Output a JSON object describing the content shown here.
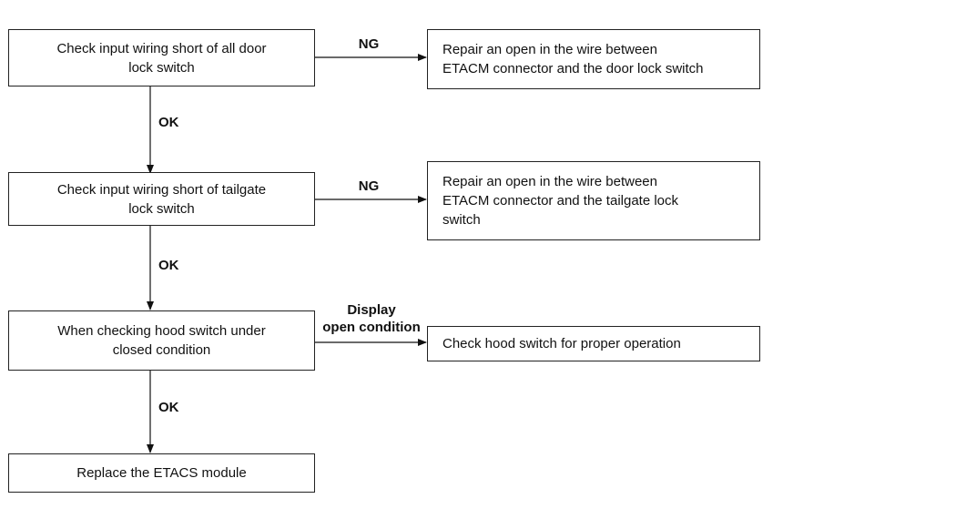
{
  "steps": [
    {
      "text": "Check input wiring short of all door\nlock switch"
    },
    {
      "text": "Check input wiring short of tailgate\nlock switch"
    },
    {
      "text": "When checking hood switch under\nclosed condition"
    },
    {
      "text": "Replace the ETACS module"
    }
  ],
  "actions": [
    {
      "text": "Repair an open in the wire between\nETACM connector and the door lock switch"
    },
    {
      "text": "Repair an open in the wire between\nETACM connector and the tailgate lock\nswitch"
    },
    {
      "text": "Check hood switch for proper operation"
    }
  ],
  "branch_labels": {
    "ng_1": "NG",
    "ng_2": "NG",
    "display_1": "Display",
    "display_2": "open condition",
    "ok_1": "OK",
    "ok_2": "OK",
    "ok_3": "OK"
  }
}
